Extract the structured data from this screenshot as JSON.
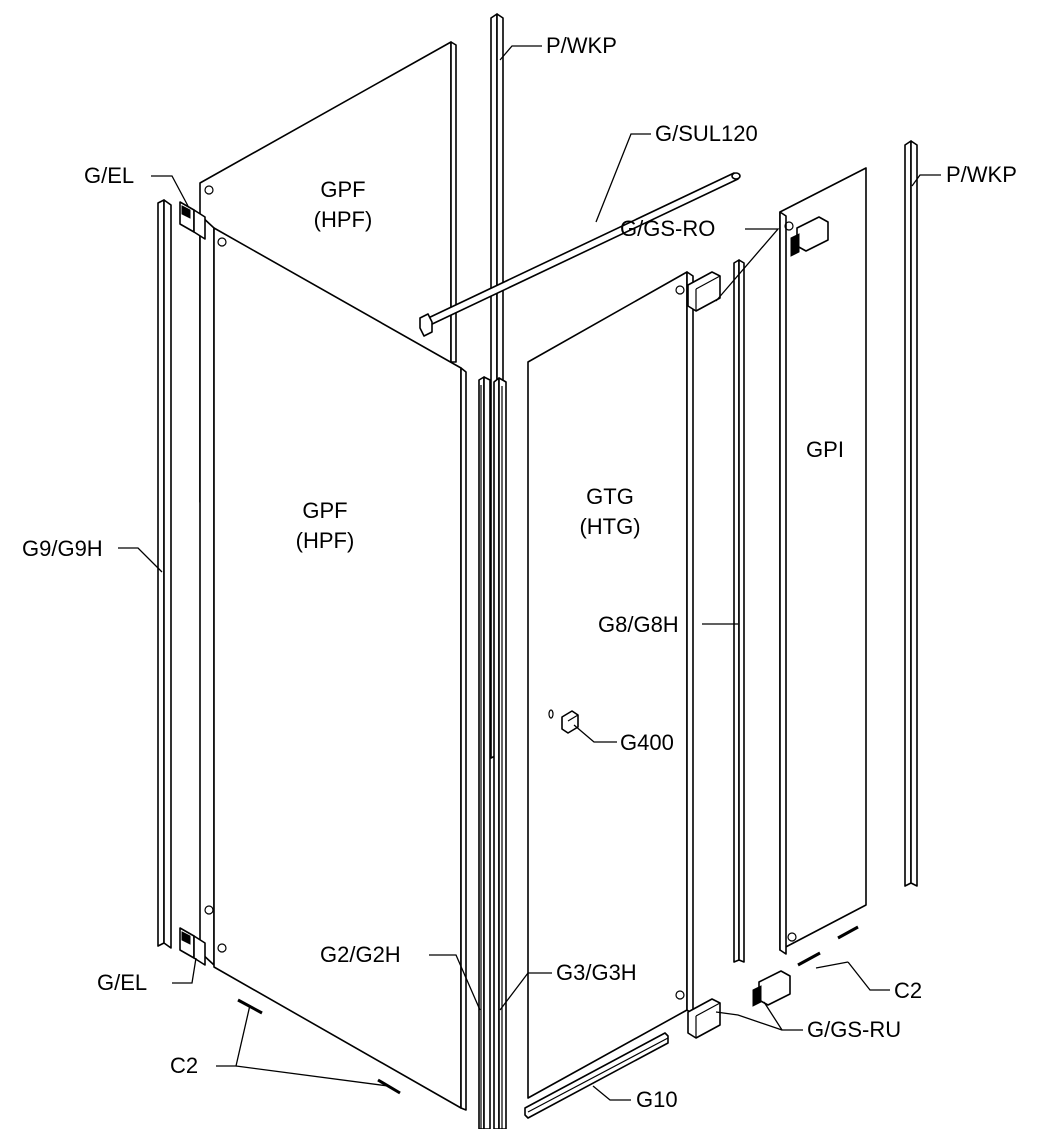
{
  "diagram": {
    "labels": {
      "p_wkp_top": "P/WKP",
      "g_sul120": "G/SUL120",
      "p_wkp_right": "P/WKP",
      "g_el_top": "G/EL",
      "g_gs_ro": "G/GS-RO",
      "gpf_back_1": "GPF",
      "gpf_back_2": "(HPF)",
      "gpf_front_1": "GPF",
      "gpf_front_2": "(HPF)",
      "gtg_1": "GTG",
      "gtg_2": "(HTG)",
      "gpi": "GPI",
      "g9_g9h": "G9/G9H",
      "g8_g8h": "G8/G8H",
      "g400": "G400",
      "g2_g2h": "G2/G2H",
      "g3_g3h": "G3/G3H",
      "g_el_bottom": "G/EL",
      "c2_right": "C2",
      "g_gs_ru": "G/GS-RU",
      "c2_left": "C2",
      "g10": "G10"
    }
  }
}
